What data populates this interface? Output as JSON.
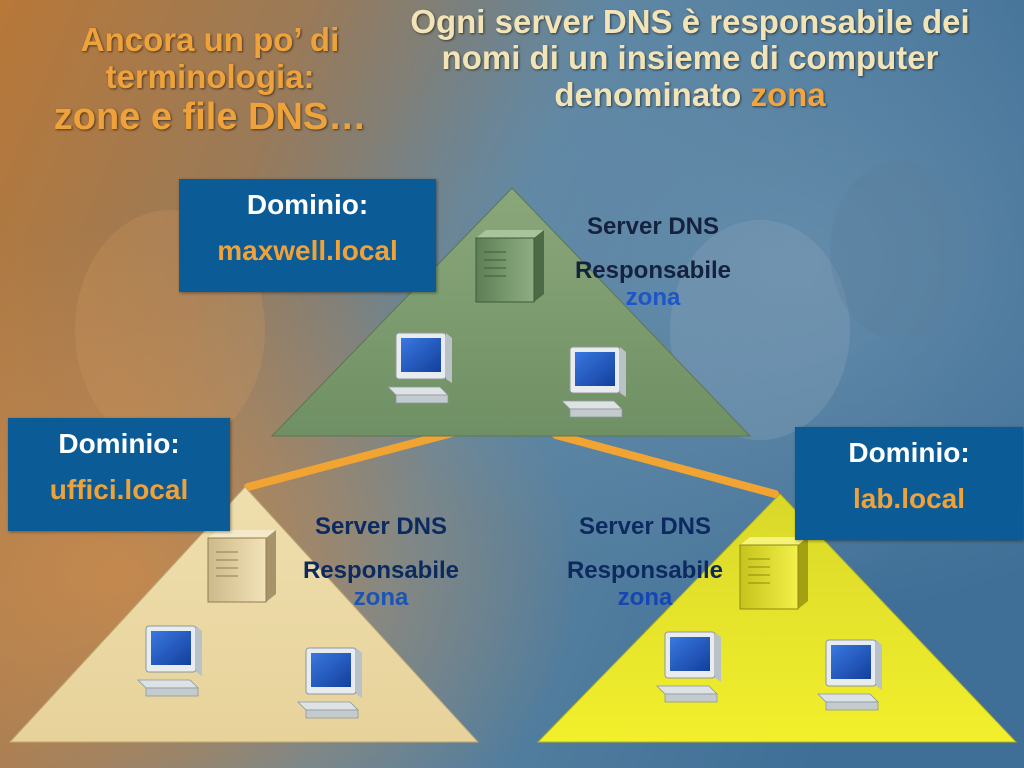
{
  "title_left": {
    "line1": "Ancora un po’ di terminologia:",
    "line2": "zone e file DNS…"
  },
  "title_right": {
    "text": "Ogni server DNS è responsabile dei nomi di un insieme di computer denominato",
    "highlight": "zona"
  },
  "domains": [
    {
      "label": "Dominio:",
      "value": "maxwell.local"
    },
    {
      "label": "Dominio:",
      "value": "uffici.local"
    },
    {
      "label": "Dominio:",
      "value": "lab.local"
    }
  ],
  "server_labels": [
    {
      "line1": "Server  DNS",
      "line2": "Responsabile",
      "line3": "zona"
    },
    {
      "line1": "Server  DNS",
      "line2": "Responsabile",
      "line3": "zona"
    },
    {
      "line1": "Server  DNS",
      "line2": "Responsabile",
      "line3": "zona"
    }
  ],
  "colors": {
    "title_orange": "#f0a23a",
    "title_cream": "#f2e4b6",
    "domain_box": "#0b5c96",
    "top_zone": "#7f9e6c",
    "left_zone": "#ecd9a0",
    "right_zone": "#eae82a",
    "connector": "#f2a432"
  }
}
